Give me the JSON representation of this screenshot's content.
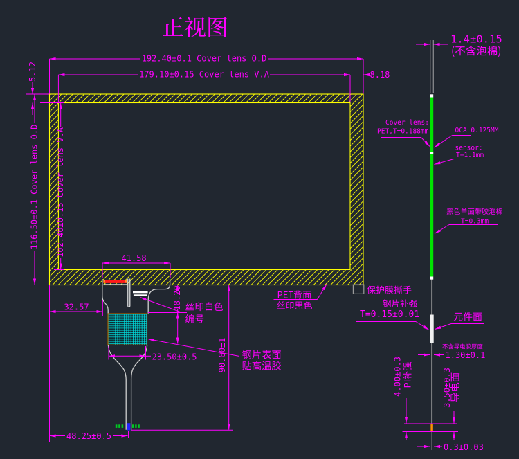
{
  "title": "正视图",
  "colors": {
    "background": "#212730",
    "dimension": "#ff00ff",
    "panel_outline": "#ffff00",
    "profile_line": "#cfcfcf",
    "stack_green": "#00e400",
    "red_mark": "#ff1a1a",
    "block_hatch": "#00e5e5",
    "tip_blue": "#2222ff",
    "tip_green": "#00cc22",
    "pi_orange": "#ff9000"
  },
  "front_view": {
    "dims": {
      "od_width": "192.40±0.1 Cover lens O.D",
      "va_width": "179.10±0.15 Cover lens V.A",
      "right_margin": "8.18",
      "top_margin": "5.12",
      "od_height": "116.50±0.1 Cover lens O.D",
      "va_height": "102.40±0.15 Cover lens V.A",
      "tail_width": "41.58",
      "tail_offset": "32.57",
      "stiffener_offset": "18.20",
      "stiffener_width": "23.50±0.5",
      "tail_length": "90.00±1",
      "tail_center": "48.25±0.5"
    },
    "notes": {
      "white_number_1": "丝印白色",
      "white_number_2": "编号",
      "steel_1": "钢片表面",
      "steel_2": "贴高温胶",
      "pet_back_1": "PET背面",
      "pet_back_2": "丝印黑色"
    }
  },
  "side_view": {
    "dims": {
      "total_thickness": "1.4±0.15",
      "total_thickness_note": "(不含泡棉)",
      "fpc_thickness": "1.30±0.1",
      "fpc_thickness_note": "不含导电胶厚度",
      "pi_length": "4.00±0.3",
      "pi_label": "PI补强",
      "contact_length": "3.50±0.3",
      "contact_label": "导电面",
      "tip_thickness": "0.3±0.03"
    },
    "notes": {
      "protect_1": "保护膜撕手",
      "protect_2": "钢片补强",
      "protect_3": "T=0.15±0.01",
      "component_side": "元件面",
      "cover_1": "Cover lens:",
      "cover_2": "PET,T=0.188mm",
      "oca": "OCA 0.125MM",
      "sensor_1": "sensor:",
      "sensor_2": "T=1.1mm",
      "foam_1": "黑色单面带胶泡棉",
      "foam_2": "T=0.3mm"
    }
  }
}
